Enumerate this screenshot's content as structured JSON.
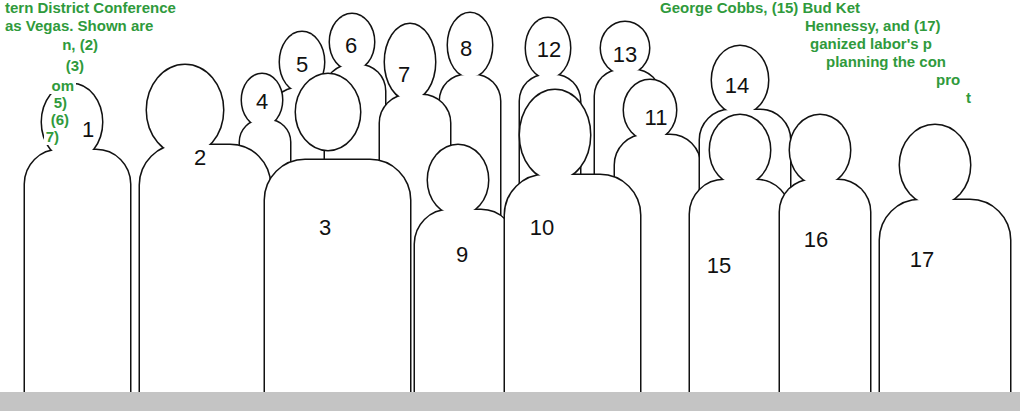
{
  "diagram": {
    "labels": [
      "tern District Conference",
      "as Vegas. Shown are",
      "n, (2)",
      "(3)",
      "om",
      "5)",
      "(6)",
      "7)",
      "George Cobbs, (15) Bud Ket",
      "Hennessy, and (17)",
      "ganized labor's p",
      "planning the con",
      "pro",
      "t",
      "1",
      "2",
      "3",
      "4",
      "5",
      "6",
      "7",
      "8",
      "9",
      "10",
      "11",
      "12",
      "13",
      "14",
      "15",
      "16",
      "17"
    ]
  }
}
